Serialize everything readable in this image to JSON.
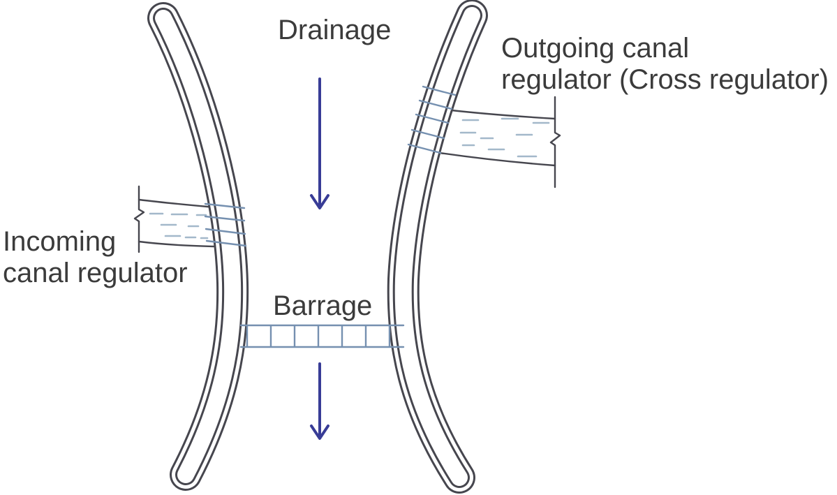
{
  "diagram": {
    "labels": {
      "drainage": "Drainage",
      "outgoing_canal_line1": "Outgoing canal",
      "outgoing_canal_line2": "regulator (Cross regulator)",
      "incoming_canal_line1": "Incoming",
      "incoming_canal_line2": "canal regulator",
      "barrage": "Barrage"
    },
    "colors": {
      "background": "#ffffff",
      "bank_outline": "#46464e",
      "canal_outline": "#46464e",
      "label_text": "#3b3b3b",
      "flow_arrow": "#383c96",
      "regulator_line": "#7590b0",
      "water_dash": "#a3b8ca"
    }
  }
}
